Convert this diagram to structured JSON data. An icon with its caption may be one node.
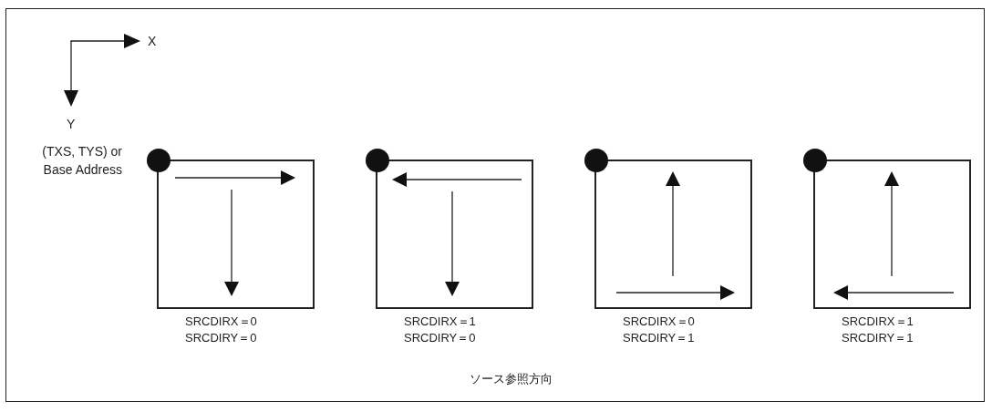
{
  "diagram": {
    "caption": "ソース参照方向",
    "nodes": [
      {
        "text": [],
        "shape": "box",
        "beside": [
          "SRCDIRX＝0 SRCDIRY＝0"
        ]
      },
      {
        "text": [],
        "shape": "box",
        "beside": [
          "SRCDIRX＝1 SRCDIRY＝0"
        ]
      },
      {
        "text": [],
        "shape": "box",
        "beside": [
          "SRCDIRX＝0 SRCDIRY＝1"
        ]
      },
      {
        "text": [],
        "shape": "box",
        "beside": [
          "SRCDIRX＝1 SRCDIRY＝1"
        ]
      }
    ],
    "edges": [],
    "labels": [
      "X",
      "Y",
      "(TXS, TYS) or Base Address"
    ]
  }
}
